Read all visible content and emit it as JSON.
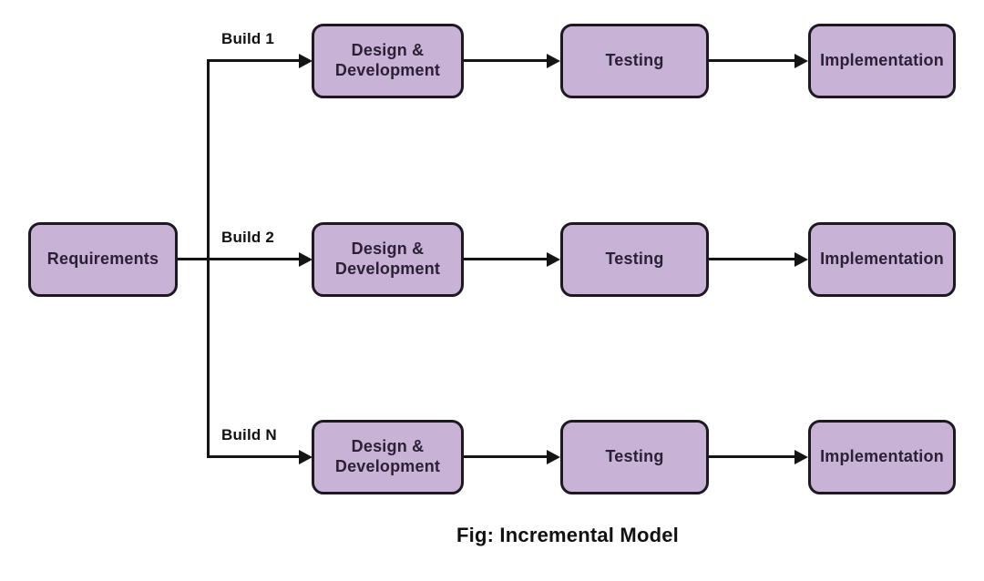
{
  "diagram": {
    "caption": "Fig: Incremental Model",
    "requirements_label": "Requirements",
    "rows": [
      {
        "build_label": "Build 1",
        "stages": [
          {
            "label": "Design &\nDevelopment"
          },
          {
            "label": "Testing"
          },
          {
            "label": "Implementation"
          }
        ]
      },
      {
        "build_label": "Build 2",
        "stages": [
          {
            "label": "Design &\nDevelopment"
          },
          {
            "label": "Testing"
          },
          {
            "label": "Implementation"
          }
        ]
      },
      {
        "build_label": "Build N",
        "stages": [
          {
            "label": "Design &\nDevelopment"
          },
          {
            "label": "Testing"
          },
          {
            "label": "Implementation"
          }
        ]
      }
    ],
    "colors": {
      "box_fill": "#c8b2d6",
      "box_border": "#1d1822",
      "box_text": "#2b2036",
      "connector": "#141414",
      "label_text": "#111111",
      "background": "#ffffff"
    }
  }
}
